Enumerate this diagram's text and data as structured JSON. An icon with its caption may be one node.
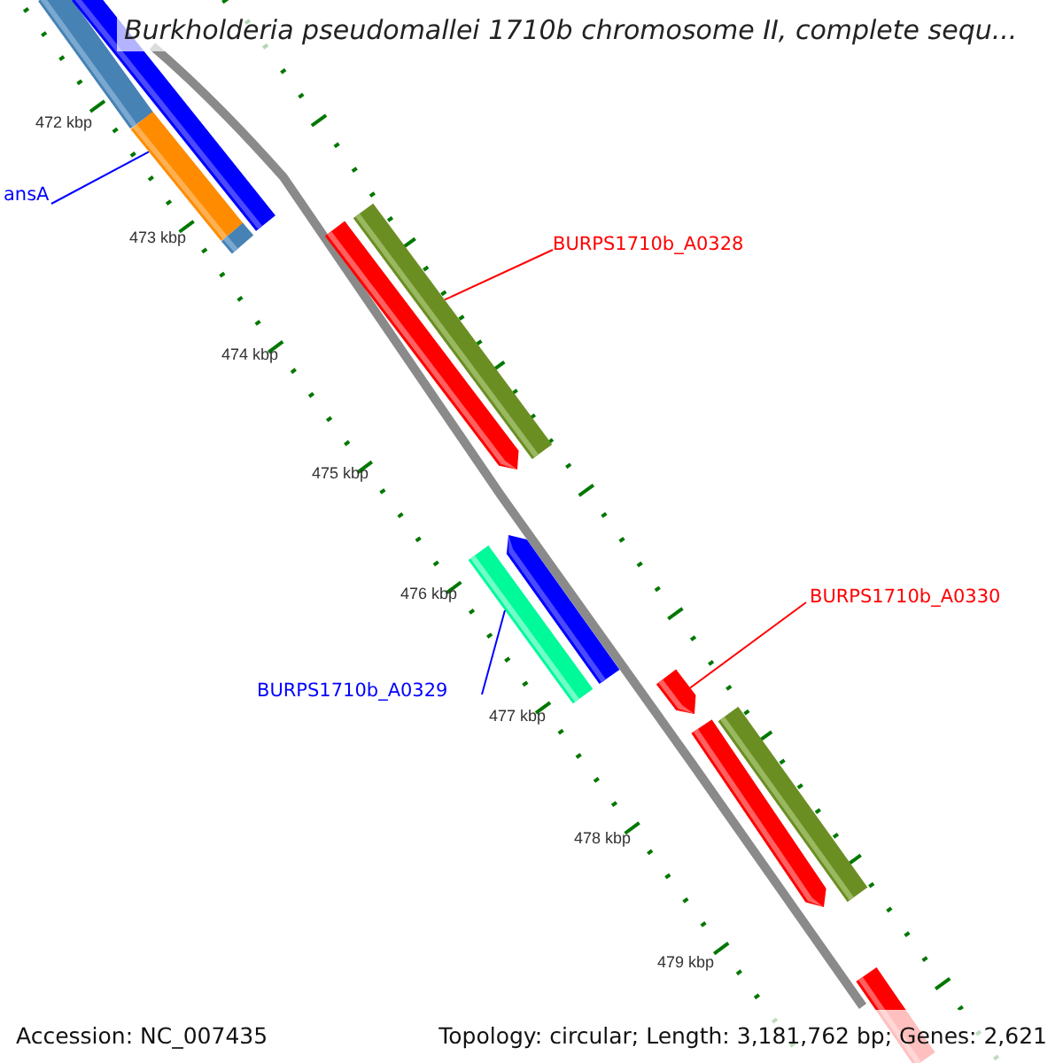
{
  "diagram": {
    "title": "Burkholderia pseudomallei 1710b chromosome II, complete sequ...",
    "nodes": [
      {
        "text": [
          "ansA"
        ]
      },
      {
        "text": [],
        "shape": "bar"
      },
      {
        "text": [
          "BURPS1710b_A0328"
        ]
      },
      {
        "text": [],
        "shape": "bar"
      },
      {
        "text": [
          "BURPS1710b_A0330"
        ]
      },
      {
        "text": [],
        "shape": "bar"
      },
      {
        "text": [
          "BURPS1710b_A0329"
        ]
      },
      {
        "text": [],
        "shape": "bar"
      }
    ],
    "edges": [
      {
        "from": 0,
        "to": 1,
        "arrow": "none",
        "color": "#0000ff"
      },
      {
        "from": 2,
        "to": 3,
        "arrow": "none",
        "color": "#ff0000"
      },
      {
        "from": 4,
        "to": 5,
        "arrow": "none",
        "color": "#ff0000"
      },
      {
        "from": 6,
        "to": 7,
        "arrow": "none",
        "color": "#0000ff"
      }
    ],
    "labels": [
      "472 kbp",
      "473 kbp",
      "474 kbp",
      "475 kbp",
      "476 kbp",
      "477 kbp",
      "478 kbp",
      "479 kbp",
      "Accession: NC_007435",
      "Topology: circular; Length: 3,181,762 bp; Genes: 2,621"
    ]
  }
}
